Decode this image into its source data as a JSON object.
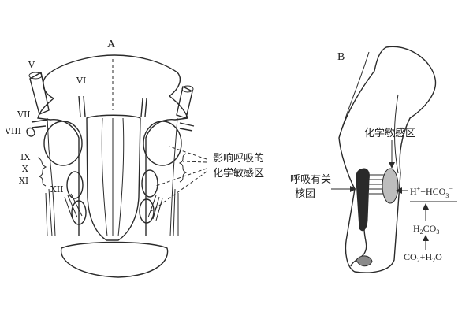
{
  "panel_a": {
    "label": "A",
    "nerve_labels": [
      "V",
      "VI",
      "VII",
      "VIII",
      "IX",
      "X",
      "XI",
      "XII"
    ],
    "region_label_line1": "影响呼吸的",
    "region_label_line2": "化学敏感区"
  },
  "panel_b": {
    "label": "B",
    "region_label": "化学敏感区",
    "nucleus_label_line1": "呼吸有关",
    "nucleus_label_line2": "核团",
    "reaction_ions": {
      "h": "H",
      "h_sup": "+",
      "plus": "+",
      "hco3": "HCO",
      "hco3_sub": "3",
      "hco3_sup": "−"
    },
    "h2co3": {
      "a": "H",
      "a_sub": "2",
      "b": "CO",
      "b_sub": "3"
    },
    "co2h2o": {
      "a": "CO",
      "a_sub": "2",
      "plus": "+",
      "b": "H",
      "b_sub": "2",
      "c": "O"
    }
  }
}
